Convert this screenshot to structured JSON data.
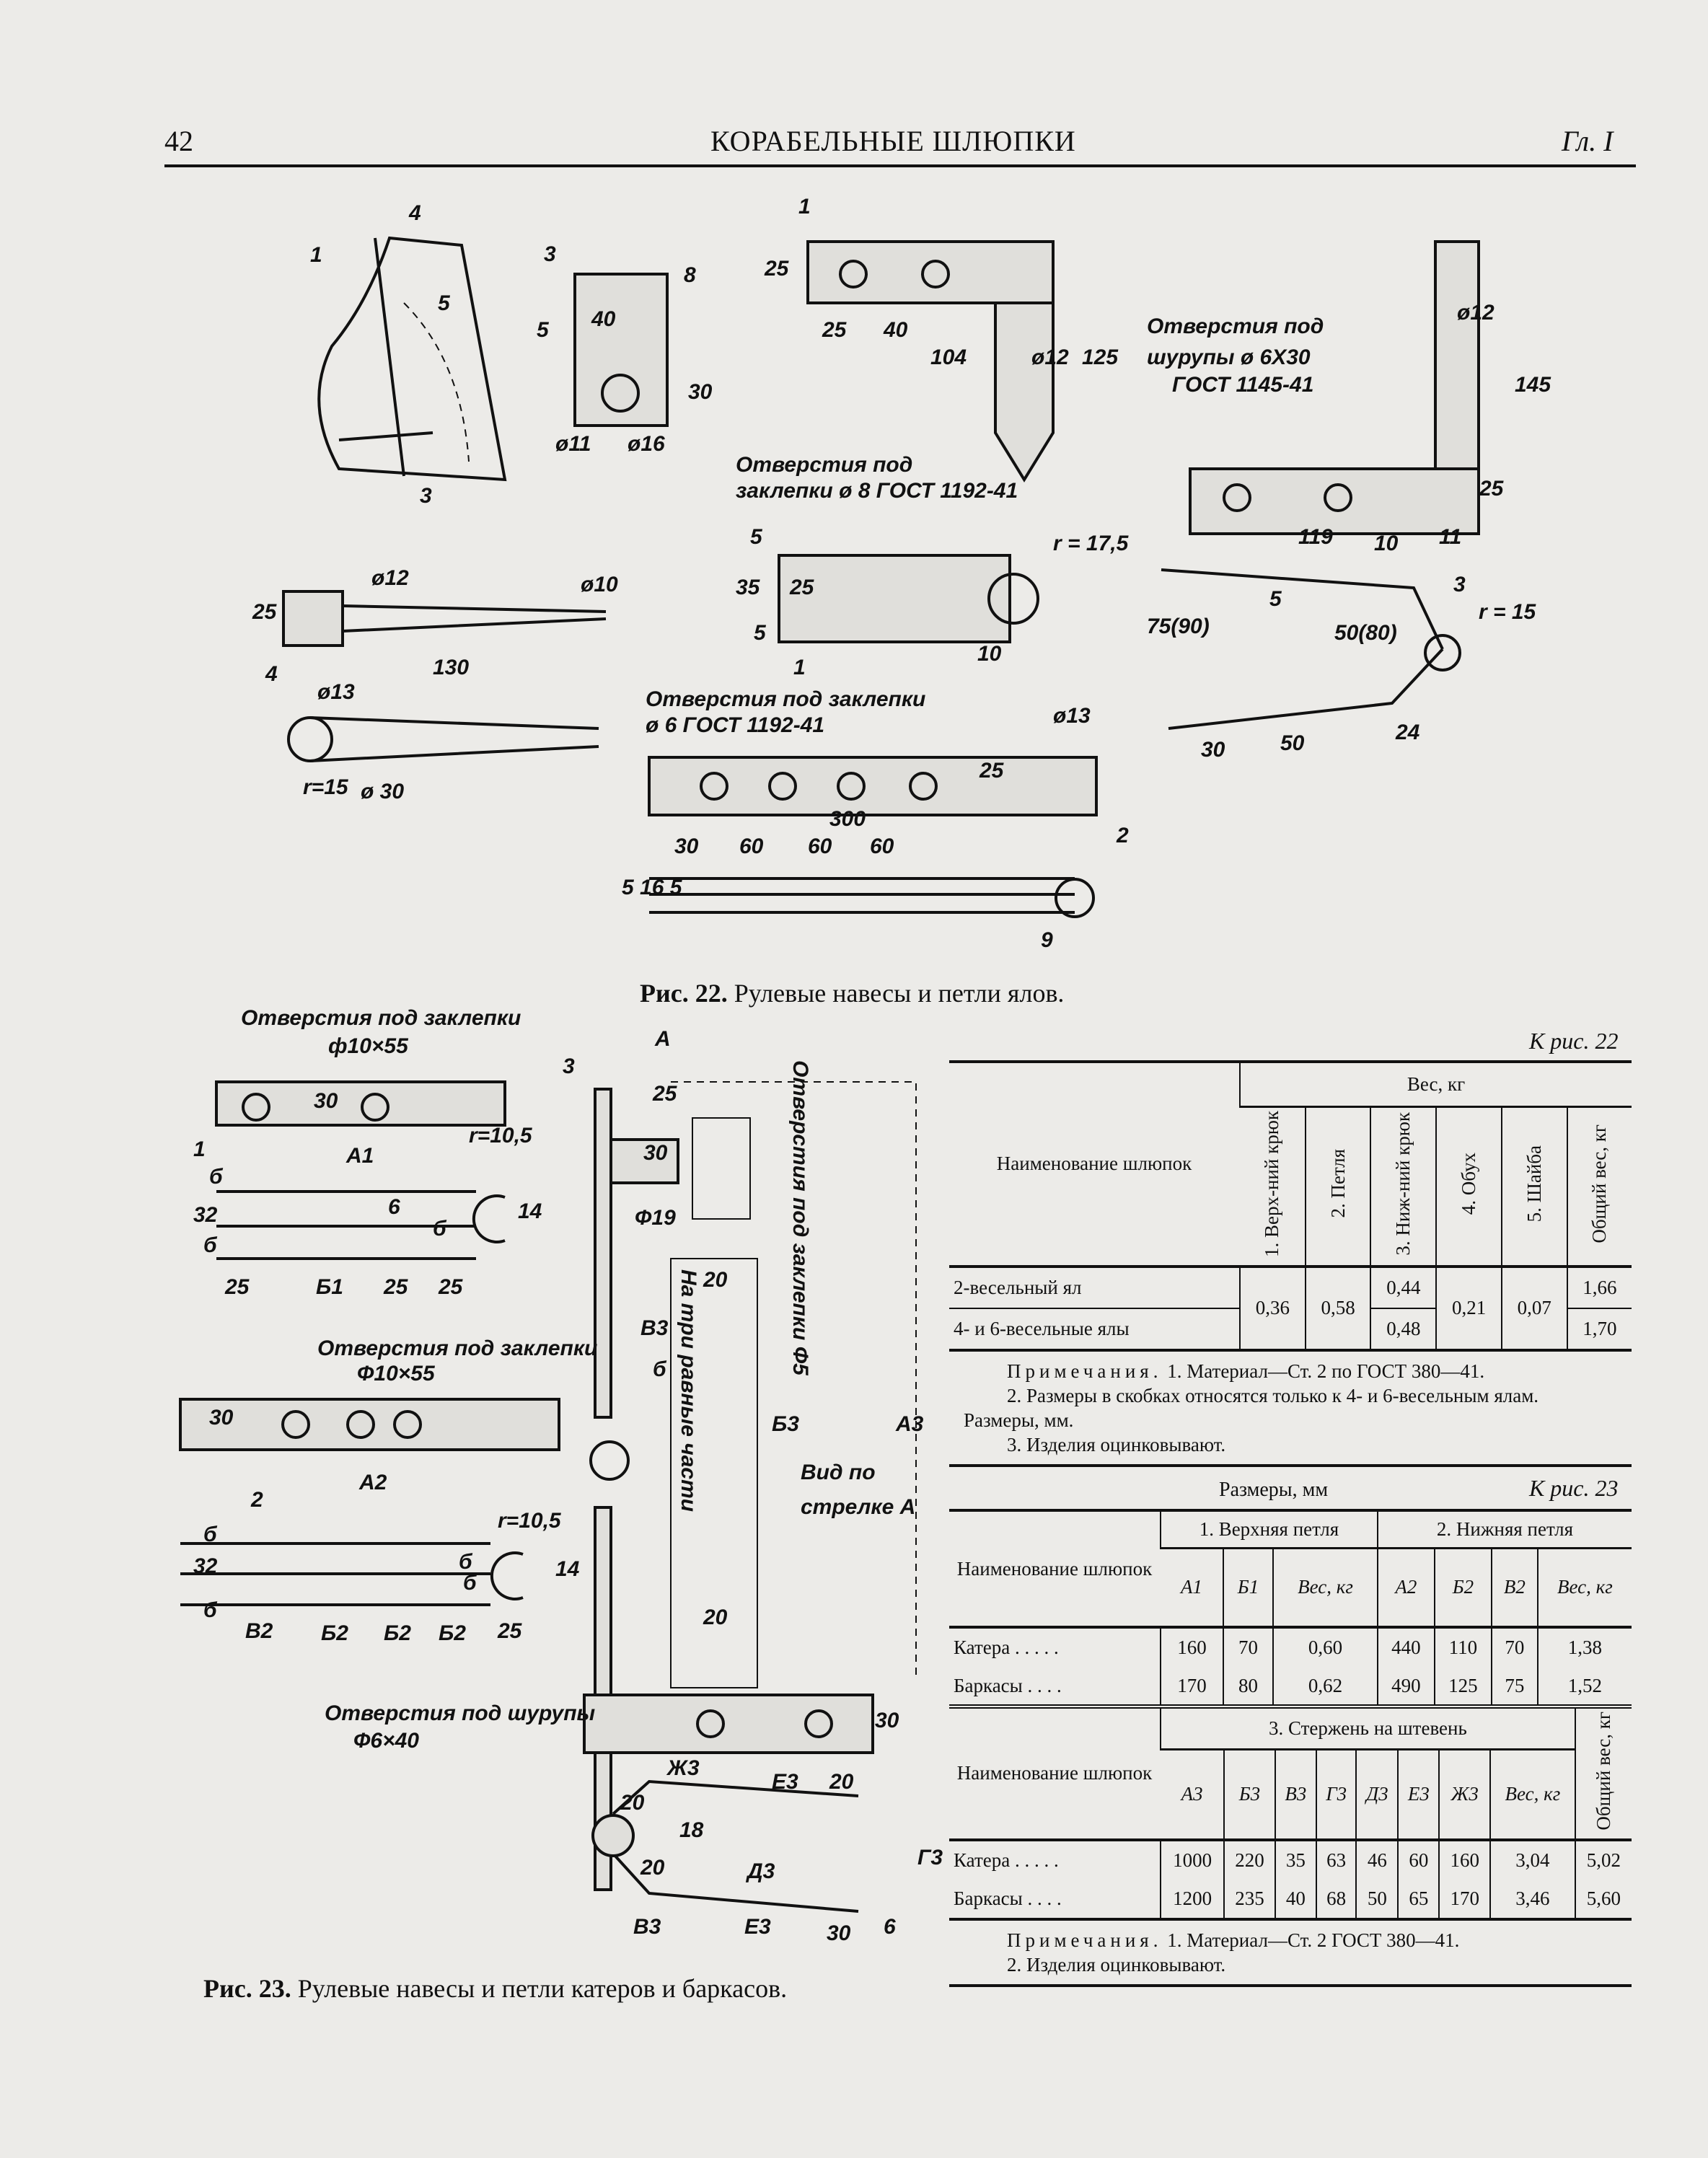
{
  "header": {
    "page_number": "42",
    "title": "КОРАБЕЛЬНЫЕ ШЛЮПКИ",
    "chapter": "Гл. I"
  },
  "fig22": {
    "caption_num": "Рис. 22.",
    "caption_text": "Рулевые навесы и петли ялов.",
    "labels": [
      "1",
      "4",
      "5",
      "3",
      "3",
      "8",
      "5",
      "40",
      "30",
      "ø11",
      "ø16",
      "1",
      "25",
      "25",
      "40",
      "104",
      "ø12",
      "125",
      "Отверстия под",
      "шурупы ø 6X30",
      "ГОСТ 1145-41",
      "ø12",
      "145",
      "25",
      "119",
      "10",
      "11",
      "5",
      "3",
      "r = 15",
      "75(90)",
      "50(80)",
      "30",
      "50",
      "24",
      "Отверстия под",
      "заклепки ø 8 ГОСТ 1192-41",
      "5",
      "35",
      "25",
      "5",
      "r = 17,5",
      "10",
      "1",
      "25",
      "ø12",
      "ø10",
      "4",
      "130",
      "ø13",
      "r=15",
      "ø 30",
      "Отверстия под заклепки",
      "ø 6  ГОСТ 1192-41",
      "ø13",
      "25",
      "300",
      "2",
      "30",
      "60",
      "60",
      "60",
      "5 16 5",
      "9"
    ]
  },
  "fig23": {
    "caption_num": "Рис. 23.",
    "caption_text": "Рулевые навесы и петли катеров и баркасов.",
    "labels": [
      "Отверстия под заклепки",
      "ф10×55",
      "30",
      "1",
      "А1",
      "r=10,5",
      "б",
      "32",
      "6",
      "14",
      "б",
      "б",
      "25",
      "Б1",
      "25",
      "25",
      "Отверстия под заклепки",
      "Ф10×55",
      "30",
      "2",
      "А2",
      "r=10,5",
      "б",
      "32",
      "б",
      "б",
      "14",
      "б",
      "В2",
      "Б2",
      "Б2",
      "Б2",
      "25",
      "Отверстия под шурупы",
      "Ф6×40",
      "3",
      "A",
      "25",
      "30",
      "Ф19",
      "Отверстия под заклепки Ф5",
      "20",
      "В3",
      "б",
      "На три равные части",
      "Б3",
      "А3",
      "Вид по",
      "стрелке А",
      "20",
      "30",
      "Ж3",
      "Е3",
      "20",
      "20",
      "18",
      "Г3",
      "20",
      "Д3",
      "В3",
      "Е3",
      "30",
      "6"
    ]
  },
  "table1": {
    "ref": "К рис. 22",
    "name_header": "Наименование шлюпок",
    "weight_header": "Вес, кг",
    "columns": [
      "1. Верх-ний крюк",
      "2. Петля",
      "3. Ниж-ний крюк",
      "4. Обух",
      "5. Шайба",
      "Общий вес, кг"
    ],
    "rows": [
      {
        "name": "2-весельный ял",
        "lower_hook": "0,44",
        "total": "1,66"
      },
      {
        "name": "4- и 6-весельные ялы",
        "lower_hook": "0,48",
        "total": "1,70"
      }
    ],
    "shared": {
      "upper_hook": "0,36",
      "loop": "0,58",
      "eye": "0,21",
      "washer": "0,07"
    },
    "notes": [
      "Примечания.",
      "1. Материал—Ст. 2 по ГОСТ 380—41.",
      "2. Размеры в скобках относятся только к 4- и 6-весельным ялам. Размеры, мм.",
      "3. Изделия оцинковывают."
    ]
  },
  "table2": {
    "ref": "К рис. 23",
    "title": "Размеры, мм",
    "name_header": "Наименование шлюпок",
    "group1": "1. Верхняя петля",
    "group2": "2. Нижняя петля",
    "group3": "3. Стержень на штевень",
    "cols_top": [
      "А1",
      "Б1",
      "Вес, кг",
      "А2",
      "Б2",
      "В2",
      "Вес, кг"
    ],
    "rows_top": [
      {
        "name": "Катера . . . . .",
        "values": [
          "160",
          "70",
          "0,60",
          "440",
          "110",
          "70",
          "1,38"
        ]
      },
      {
        "name": "Баркасы . . . .",
        "values": [
          "170",
          "80",
          "0,62",
          "490",
          "125",
          "75",
          "1,52"
        ]
      }
    ],
    "cols_bottom": [
      "А3",
      "Б3",
      "В3",
      "Г3",
      "Д3",
      "Е3",
      "Ж3",
      "Вес, кг",
      "Общий вес, кг"
    ],
    "rows_bottom": [
      {
        "name": "Катера . . . . .",
        "values": [
          "1000",
          "220",
          "35",
          "63",
          "46",
          "60",
          "160",
          "3,04",
          "5,02"
        ]
      },
      {
        "name": "Баркасы . . . .",
        "values": [
          "1200",
          "235",
          "40",
          "68",
          "50",
          "65",
          "170",
          "3,46",
          "5,60"
        ]
      }
    ],
    "notes": [
      "Примечания.",
      "1. Материал—Ст. 2 ГОСТ 380—41.",
      "2. Изделия оцинковывают."
    ]
  }
}
